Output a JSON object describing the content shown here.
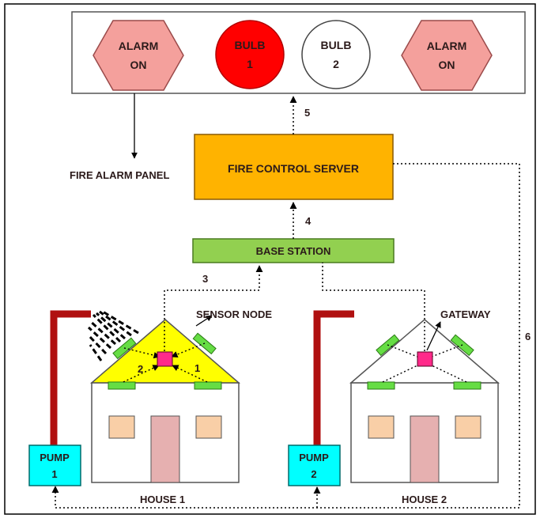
{
  "alarm_panel": {
    "label": "FIRE ALARM PANEL",
    "alarm_left": {
      "line1": "ALARM",
      "line2": "ON"
    },
    "bulb1": {
      "line1": "BULB",
      "line2": "1"
    },
    "bulb2": {
      "line1": "BULB",
      "line2": "2"
    },
    "alarm_right": {
      "line1": "ALARM",
      "line2": "ON"
    }
  },
  "server": {
    "label": "FIRE CONTROL SERVER"
  },
  "base_station": {
    "label": "BASE STATION"
  },
  "labels": {
    "sensor_node": "SENSOR NODE",
    "gateway": "GATEWAY",
    "house1": "HOUSE 1",
    "house2": "HOUSE 2"
  },
  "pumps": {
    "pump1": {
      "line1": "PUMP",
      "line2": "1"
    },
    "pump2": {
      "line1": "PUMP",
      "line2": "2"
    }
  },
  "steps": {
    "s1": "1",
    "s2": "2",
    "s3": "3",
    "s4": "4",
    "s5": "5",
    "s6": "6"
  },
  "colors": {
    "alarm_fill": "#f4a09c",
    "bulb_on": "#ff0000",
    "bulb_off": "#ffffff",
    "server_fill": "#ffb300",
    "base_station_fill": "#92d050",
    "roof_fire": "#ffff00",
    "pump_fill": "#00ffff",
    "pipe": "#b01010",
    "sensor": "#66dd44",
    "gateway_node": "#ff2a8a",
    "window": "#f9cfa7",
    "door": "#e6b0b0"
  }
}
